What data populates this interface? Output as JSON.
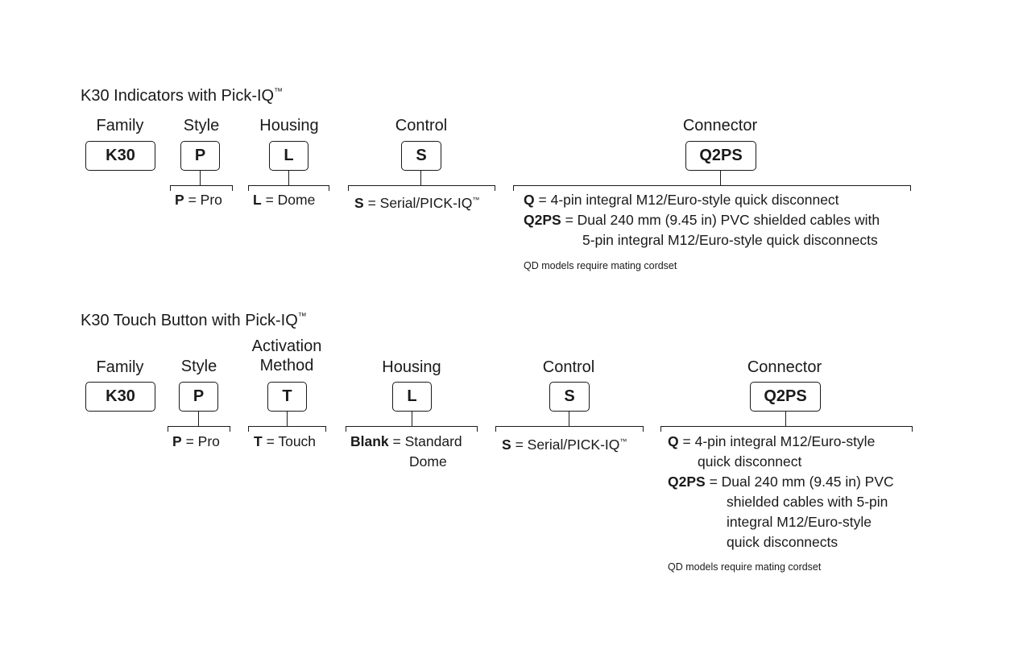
{
  "section1": {
    "title": "K30 Indicators with Pick-IQ",
    "title_tm": "™",
    "columns": {
      "family": {
        "label": "Family",
        "code": "K30"
      },
      "style": {
        "label": "Style",
        "code": "P",
        "opt_code": "P",
        "opt_text": "= Pro"
      },
      "housing": {
        "label": "Housing",
        "code": "L",
        "opt_code": "L",
        "opt_text": "= Dome"
      },
      "control": {
        "label": "Control",
        "code": "S",
        "opt_code": "S",
        "opt_text": "= Serial/PICK-IQ",
        "opt_tm": "™"
      },
      "connector": {
        "label": "Connector",
        "code": "Q2PS",
        "opt1_code": "Q",
        "opt1_text": "= 4-pin integral M12/Euro-style quick disconnect",
        "opt2_code": "Q2PS",
        "opt2_text": "= Dual 240 mm (9.45 in) PVC shielded cables with",
        "opt2_line2": "5-pin integral M12/Euro-style quick disconnects",
        "note": "QD models require mating cordset"
      }
    }
  },
  "section2": {
    "title": "K30 Touch Button with Pick-IQ",
    "title_tm": "™",
    "columns": {
      "family": {
        "label": "Family",
        "code": "K30"
      },
      "style": {
        "label": "Style",
        "code": "P",
        "opt_code": "P",
        "opt_text": "= Pro"
      },
      "activation": {
        "label1": "Activation",
        "label2": "Method",
        "code": "T",
        "opt_code": "T",
        "opt_text": "= Touch"
      },
      "housing": {
        "label": "Housing",
        "code": "L",
        "opt_code": "Blank",
        "opt_text": "= Standard",
        "opt_line2": "Dome"
      },
      "control": {
        "label": "Control",
        "code": "S",
        "opt_code": "S",
        "opt_text": "= Serial/PICK-IQ",
        "opt_tm": "™"
      },
      "connector": {
        "label": "Connector",
        "code": "Q2PS",
        "opt1_code": "Q",
        "opt1_text": "= 4-pin integral M12/Euro-style",
        "opt1_line2": "quick disconnect",
        "opt2_code": "Q2PS",
        "opt2_text": "= Dual 240 mm (9.45 in) PVC",
        "opt2_line2": "shielded cables with 5-pin",
        "opt2_line3": "integral M12/Euro-style",
        "opt2_line4": "quick disconnects",
        "note": "QD models require mating cordset"
      }
    }
  }
}
